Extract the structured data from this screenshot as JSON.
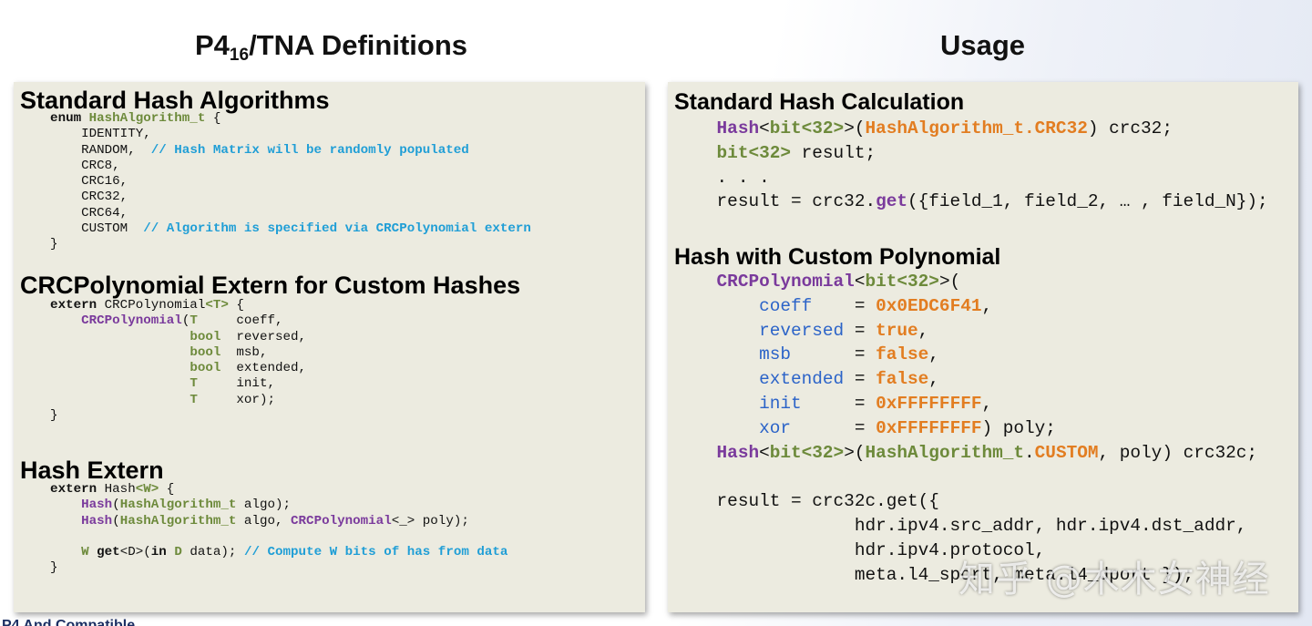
{
  "headings": {
    "left_prefix": "P4",
    "left_sub": "16",
    "left_suffix": "/TNA Definitions",
    "right": "Usage"
  },
  "left_panel": {
    "standard_hash_algorithms": {
      "title": "Standard Hash Algorithms",
      "code": [
        [
          {
            "c": "kw",
            "t": "    enum "
          },
          {
            "c": "ty",
            "t": "HashAlgorithm_t"
          },
          {
            "t": " {"
          }
        ],
        [
          {
            "t": "        IDENTITY,"
          }
        ],
        [
          {
            "t": "        RANDOM,  "
          },
          {
            "c": "cm",
            "t": "// Hash Matrix will be randomly populated"
          }
        ],
        [
          {
            "t": "        CRC8,"
          }
        ],
        [
          {
            "t": "        CRC16,"
          }
        ],
        [
          {
            "t": "        CRC32,"
          }
        ],
        [
          {
            "t": "        CRC64,"
          }
        ],
        [
          {
            "t": "        CUSTOM  "
          },
          {
            "c": "cm",
            "t": "// Algorithm is specified via CRCPolynomial extern"
          }
        ],
        [
          {
            "t": "    }"
          }
        ]
      ]
    },
    "crc_polynomial_extern": {
      "title": "CRCPolynomial Extern for Custom Hashes",
      "code": [
        [
          {
            "c": "kw",
            "t": "    extern "
          },
          {
            "t": "CRCPolynomial"
          },
          {
            "c": "ty",
            "t": "<T>"
          },
          {
            "t": " {"
          }
        ],
        [
          {
            "t": "        "
          },
          {
            "c": "fn",
            "t": "CRCPolynomial"
          },
          {
            "t": "("
          },
          {
            "c": "ty",
            "t": "T"
          },
          {
            "t": "     coeff,"
          }
        ],
        [
          {
            "t": "                      "
          },
          {
            "c": "ty",
            "t": "bool"
          },
          {
            "t": "  reversed,"
          }
        ],
        [
          {
            "t": "                      "
          },
          {
            "c": "ty",
            "t": "bool"
          },
          {
            "t": "  msb,"
          }
        ],
        [
          {
            "t": "                      "
          },
          {
            "c": "ty",
            "t": "bool"
          },
          {
            "t": "  extended,"
          }
        ],
        [
          {
            "t": "                      "
          },
          {
            "c": "ty",
            "t": "T"
          },
          {
            "t": "     init,"
          }
        ],
        [
          {
            "t": "                      "
          },
          {
            "c": "ty",
            "t": "T"
          },
          {
            "t": "     xor);"
          }
        ],
        [
          {
            "t": "    }"
          }
        ]
      ]
    },
    "hash_extern": {
      "title": "Hash Extern",
      "code": [
        [
          {
            "c": "kw",
            "t": "    extern "
          },
          {
            "t": "Hash"
          },
          {
            "c": "ty",
            "t": "<W>"
          },
          {
            "t": " {"
          }
        ],
        [
          {
            "t": "        "
          },
          {
            "c": "fn",
            "t": "Hash"
          },
          {
            "t": "("
          },
          {
            "c": "ty",
            "t": "HashAlgorithm_t"
          },
          {
            "t": " algo);"
          }
        ],
        [
          {
            "t": "        "
          },
          {
            "c": "fn",
            "t": "Hash"
          },
          {
            "t": "("
          },
          {
            "c": "ty",
            "t": "HashAlgorithm_t"
          },
          {
            "t": " algo, "
          },
          {
            "c": "fn",
            "t": "CRCPolynomial"
          },
          {
            "t": "<_> poly);"
          }
        ],
        [
          {
            "t": ""
          }
        ],
        [
          {
            "t": "        "
          },
          {
            "c": "ty",
            "t": "W"
          },
          {
            "t": " "
          },
          {
            "c": "kw",
            "t": "get"
          },
          {
            "t": "<D>("
          },
          {
            "c": "kw",
            "t": "in"
          },
          {
            "t": " "
          },
          {
            "c": "ty",
            "t": "D"
          },
          {
            "t": " data); "
          },
          {
            "c": "cm",
            "t": "// Compute W bits of has from data"
          }
        ],
        [
          {
            "t": "    }"
          }
        ]
      ]
    }
  },
  "right_panel": {
    "standard_hash_calculation": {
      "title": "Standard Hash Calculation",
      "code": [
        [
          {
            "t": "    "
          },
          {
            "c": "fn",
            "t": "Hash"
          },
          {
            "t": "<"
          },
          {
            "c": "ty",
            "t": "bit<32>"
          },
          {
            "t": ">("
          },
          {
            "c": "or",
            "t": "HashAlgorithm_t.CRC32"
          },
          {
            "t": ") crc32;"
          }
        ],
        [
          {
            "t": "    "
          },
          {
            "c": "ty",
            "t": "bit<32>"
          },
          {
            "t": " result;"
          }
        ],
        [
          {
            "t": "    . . ."
          }
        ],
        [
          {
            "t": "    result = crc32."
          },
          {
            "c": "fn",
            "t": "get"
          },
          {
            "t": "({field_1, field_2, … , field_N});"
          }
        ]
      ]
    },
    "hash_custom_polynomial": {
      "title": "Hash with Custom Polynomial",
      "code": [
        [
          {
            "t": "    "
          },
          {
            "c": "fn",
            "t": "CRCPolynomial"
          },
          {
            "t": "<"
          },
          {
            "c": "ty",
            "t": "bit<32>"
          },
          {
            "t": ">("
          }
        ],
        [
          {
            "t": "        "
          },
          {
            "c": "pa",
            "t": "coeff"
          },
          {
            "t": "    = "
          },
          {
            "c": "or",
            "t": "0x0EDC6F41"
          },
          {
            "t": ","
          }
        ],
        [
          {
            "t": "        "
          },
          {
            "c": "pa",
            "t": "reversed"
          },
          {
            "t": " = "
          },
          {
            "c": "or",
            "t": "true"
          },
          {
            "t": ","
          }
        ],
        [
          {
            "t": "        "
          },
          {
            "c": "pa",
            "t": "msb"
          },
          {
            "t": "      = "
          },
          {
            "c": "or",
            "t": "false"
          },
          {
            "t": ","
          }
        ],
        [
          {
            "t": "        "
          },
          {
            "c": "pa",
            "t": "extended"
          },
          {
            "t": " = "
          },
          {
            "c": "or",
            "t": "false"
          },
          {
            "t": ","
          }
        ],
        [
          {
            "t": "        "
          },
          {
            "c": "pa",
            "t": "init"
          },
          {
            "t": "     = "
          },
          {
            "c": "or",
            "t": "0xFFFFFFFF"
          },
          {
            "t": ","
          }
        ],
        [
          {
            "t": "        "
          },
          {
            "c": "pa",
            "t": "xor"
          },
          {
            "t": "      = "
          },
          {
            "c": "or",
            "t": "0xFFFFFFFF"
          },
          {
            "t": ") poly;"
          }
        ],
        [
          {
            "t": "    "
          },
          {
            "c": "fn",
            "t": "Hash"
          },
          {
            "t": "<"
          },
          {
            "c": "ty",
            "t": "bit<32>"
          },
          {
            "t": ">("
          },
          {
            "c": "ty",
            "t": "HashAlgorithm_t"
          },
          {
            "t": "."
          },
          {
            "c": "or",
            "t": "CUSTOM"
          },
          {
            "t": ", poly) crc32c;"
          }
        ],
        [
          {
            "t": ""
          }
        ],
        [
          {
            "t": "    result = crc32c.get({"
          }
        ],
        [
          {
            "t": "                 hdr.ipv4.src_addr, hdr.ipv4.dst_addr,"
          }
        ],
        [
          {
            "t": "                 hdr.ipv4.protocol,"
          }
        ],
        [
          {
            "t": "                 meta.l4_sport, meta.l4_dport });"
          }
        ]
      ]
    }
  },
  "watermark": "知乎 @木木女神经",
  "footer_fragment": "P4 And Compatible"
}
